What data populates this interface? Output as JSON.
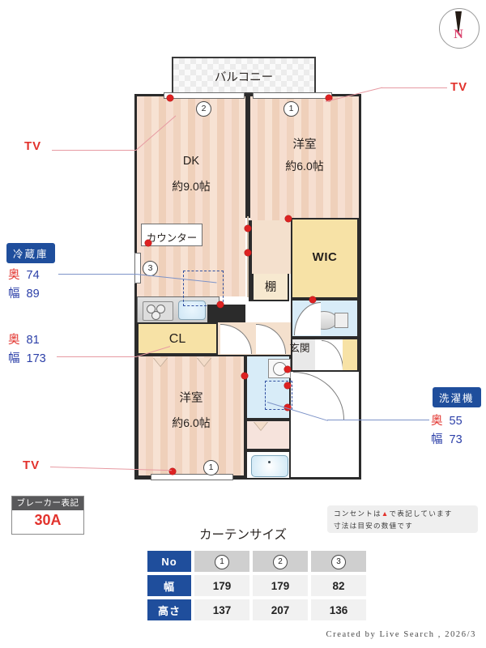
{
  "compass": {
    "label": "N"
  },
  "plan": {
    "balcony": {
      "label": "バルコニー"
    },
    "rooms": [
      {
        "id": "dk",
        "label": "DK",
        "size": "約9.0帖"
      },
      {
        "id": "washitsu1",
        "label": "洋室",
        "size": "約6.0帖"
      },
      {
        "id": "washitsu2",
        "label": "洋室",
        "size": "約6.0帖"
      }
    ],
    "fixtures": [
      {
        "id": "counter",
        "label": "カウンター"
      },
      {
        "id": "shelf",
        "label": "棚"
      },
      {
        "id": "wic",
        "label": "WIC"
      },
      {
        "id": "cl",
        "label": "CL"
      },
      {
        "id": "genkan",
        "label": "玄関"
      }
    ],
    "window_markers": [
      "1",
      "2",
      "3"
    ]
  },
  "callouts": {
    "tv_left_top": {
      "label": "TV"
    },
    "tv_right_top": {
      "label": "TV"
    },
    "tv_left_bottom": {
      "label": "TV"
    },
    "fridge": {
      "title": "冷蔵庫",
      "depth_key": "奥",
      "depth_value": "74",
      "width_key": "幅",
      "width_value": "89"
    },
    "closet_dim": {
      "depth_key": "奥",
      "depth_value": "81",
      "width_key": "幅",
      "width_value": "173"
    },
    "washer": {
      "title": "洗濯機",
      "depth_key": "奥",
      "depth_value": "55",
      "width_key": "幅",
      "width_value": "73"
    }
  },
  "breaker": {
    "title": "ブレーカー表記",
    "value": "30A"
  },
  "note": {
    "line1_a": "コンセントは",
    "line1_tri": "▲",
    "line1_b": "で表記しています",
    "line2": "寸法は目安の数値です"
  },
  "curtain": {
    "title": "カーテンサイズ",
    "row_headers": [
      "No",
      "幅",
      "高さ"
    ],
    "numbers": [
      "1",
      "2",
      "3"
    ],
    "width": [
      "179",
      "179",
      "82"
    ],
    "height": [
      "137",
      "207",
      "136"
    ]
  },
  "footer": {
    "text": "Created by Live Search , 2026/3"
  }
}
